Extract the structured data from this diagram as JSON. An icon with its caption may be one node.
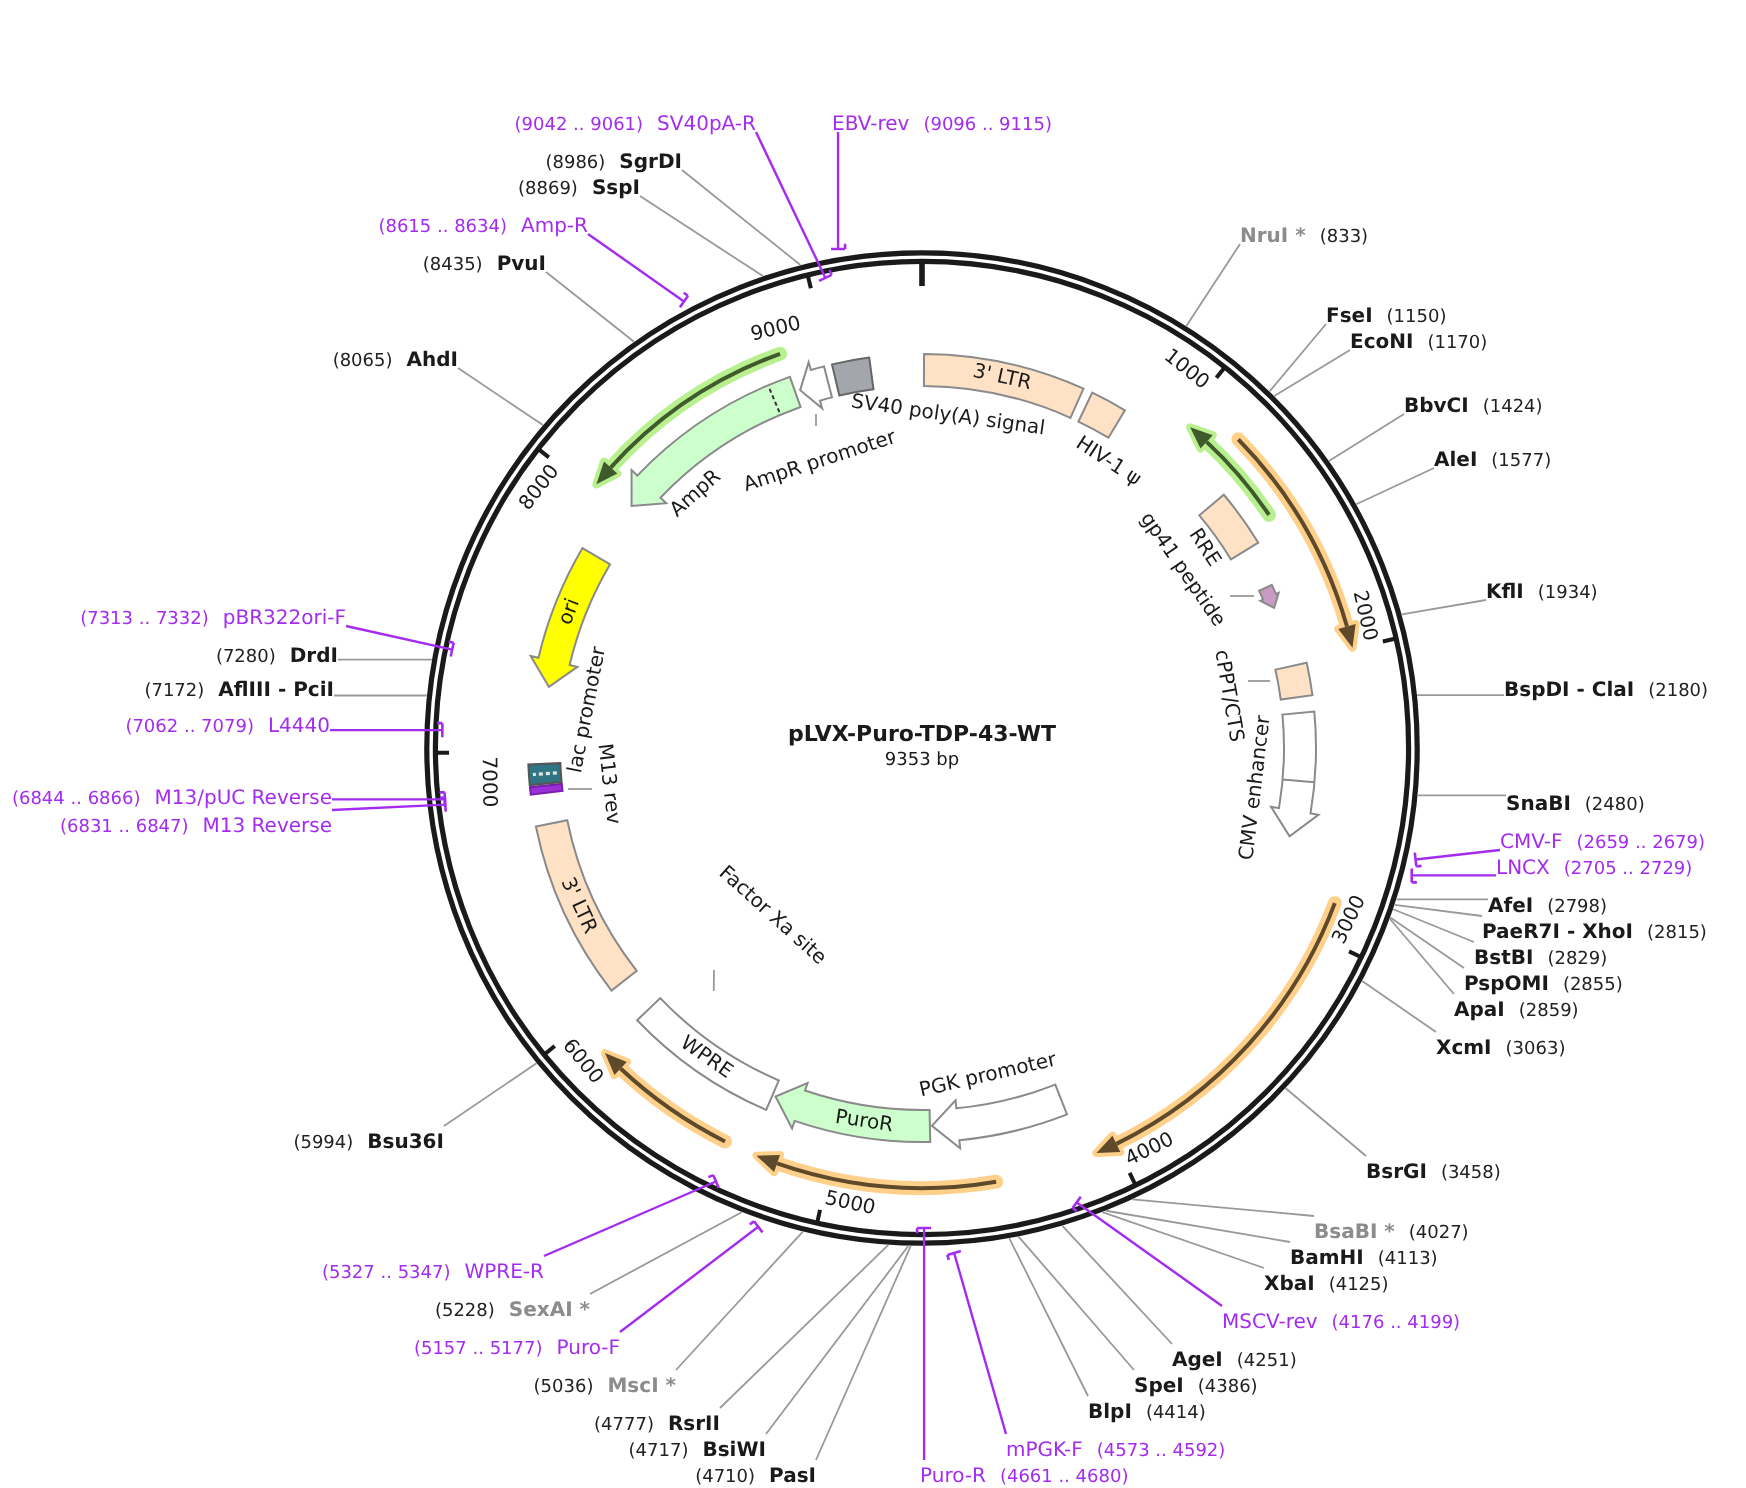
{
  "diagram": {
    "title": "pLVX-Puro-TDP-43-WT",
    "nodes": [
      {
        "text": [
          "NruI *",
          "(833)"
        ]
      },
      {
        "text": [
          "FseI",
          "(1150)"
        ]
      },
      {
        "text": [
          "EcoNI",
          "(1170)"
        ]
      },
      {
        "text": [
          "BbvCI",
          "(1424)"
        ]
      },
      {
        "text": [
          "AleI",
          "(1577)"
        ]
      },
      {
        "text": [
          "KflI",
          "(1934)"
        ]
      },
      {
        "text": [
          "BspDI - ClaI",
          "(2180)"
        ]
      },
      {
        "text": [
          "SnaBI",
          "(2480)"
        ]
      },
      {
        "text": [
          "CMV-F",
          "(2659 .. 2679)"
        ]
      },
      {
        "text": [
          "LNCX",
          "(2705 .. 2729)"
        ]
      },
      {
        "text": [
          "AfeI",
          "(2798)"
        ]
      },
      {
        "text": [
          "PaeR7I - XhoI",
          "(2815)"
        ]
      },
      {
        "text": [
          "BstBI",
          "(2829)"
        ]
      },
      {
        "text": [
          "PspOMI",
          "(2855)"
        ]
      },
      {
        "text": [
          "ApaI",
          "(2859)"
        ]
      },
      {
        "text": [
          "XcmI",
          "(3063)"
        ]
      },
      {
        "text": [
          "BsrGI",
          "(3458)"
        ]
      },
      {
        "text": [
          "BsaBI *",
          "(4027)"
        ]
      },
      {
        "text": [
          "BamHI",
          "(4113)"
        ]
      },
      {
        "text": [
          "XbaI",
          "(4125)"
        ]
      },
      {
        "text": [
          "MSCV-rev",
          "(4176 .. 4199)"
        ]
      },
      {
        "text": [
          "AgeI",
          "(4251)"
        ]
      },
      {
        "text": [
          "SpeI",
          "(4386)"
        ]
      },
      {
        "text": [
          "BlpI",
          "(4414)"
        ]
      },
      {
        "text": [
          "mPGK-F",
          "(4573 .. 4592)"
        ]
      },
      {
        "text": [
          "Puro-R",
          "(4661 .. 4680)"
        ]
      },
      {
        "text": [
          "(4710)",
          "PasI"
        ]
      },
      {
        "text": [
          "(4717)",
          "BsiWI"
        ]
      },
      {
        "text": [
          "(4777)",
          "RsrII"
        ]
      },
      {
        "text": [
          "(5036)",
          "MscI *"
        ]
      },
      {
        "text": [
          "(5157 .. 5177)",
          "Puro-F"
        ]
      },
      {
        "text": [
          "(5228)",
          "SexAI *"
        ]
      },
      {
        "text": [
          "(5327 .. 5347)",
          "WPRE-R"
        ]
      },
      {
        "text": [
          "(5994)",
          "Bsu36I"
        ]
      },
      {
        "text": [
          "(6831 .. 6847)",
          "M13 Reverse"
        ]
      },
      {
        "text": [
          "(6844 .. 6866)",
          "M13/pUC Reverse"
        ]
      },
      {
        "text": [
          "(7062 .. 7079)",
          "L4440"
        ]
      },
      {
        "text": [
          "(7172)",
          "AflIII - PciI"
        ]
      },
      {
        "text": [
          "(7280)",
          "DrdI"
        ]
      },
      {
        "text": [
          "(7313 .. 7332)",
          "pBR322ori-F"
        ]
      },
      {
        "text": [
          "(8065)",
          "AhdI"
        ]
      },
      {
        "text": [
          "(8435)",
          "PvuI"
        ]
      },
      {
        "text": [
          "(8615 .. 8634)",
          "Amp-R"
        ]
      },
      {
        "text": [
          "(8869)",
          "SspI"
        ]
      },
      {
        "text": [
          "(8986)",
          "SgrDI"
        ]
      },
      {
        "text": [
          "(9042 .. 9061)",
          "SV40pA-R"
        ]
      },
      {
        "text": [
          "EBV-rev",
          "(9096 .. 9115)"
        ]
      },
      {
        "text": [
          "3' LTR"
        ]
      },
      {
        "text": [
          "HIV-1 ψ"
        ]
      },
      {
        "text": [
          "RRE"
        ]
      },
      {
        "text": [
          "gp41 peptide"
        ]
      },
      {
        "text": [],
        "shape": "arrow"
      },
      {
        "text": [
          "cPPT/CTS"
        ]
      },
      {
        "text": [],
        "shape": "box"
      },
      {
        "text": [
          "CMV enhancer"
        ]
      },
      {
        "text": [
          "PGK promoter"
        ]
      },
      {
        "text": [
          "PuroR"
        ]
      },
      {
        "text": [
          "WPRE"
        ]
      },
      {
        "text": [
          "Factor Xa site"
        ]
      },
      {
        "text": [
          "3' LTR"
        ]
      },
      {
        "text": [
          "M13 rev"
        ]
      },
      {
        "text": [],
        "shape": "box"
      },
      {
        "text": [
          "lac promoter"
        ]
      },
      {
        "text": [
          "ori"
        ]
      },
      {
        "text": [
          "AmpR"
        ]
      },
      {
        "text": [
          "AmpR promoter"
        ]
      },
      {
        "text": [],
        "shape": "arrow"
      },
      {
        "text": [
          "SV40 poly(A) signal"
        ]
      }
    ],
    "edges": [
      {
        "from": 0,
        "to": null,
        "arrow": "none"
      },
      {
        "from": 1,
        "to": null,
        "arrow": "none"
      },
      {
        "from": 2,
        "to": null,
        "arrow": "none"
      },
      {
        "from": 3,
        "to": null,
        "arrow": "none"
      },
      {
        "from": 4,
        "to": null,
        "arrow": "none"
      },
      {
        "from": 5,
        "to": null,
        "arrow": "none"
      },
      {
        "from": 6,
        "to": null,
        "arrow": "none"
      },
      {
        "from": 7,
        "to": null,
        "arrow": "none"
      },
      {
        "from": 8,
        "to": null,
        "arrow": "other",
        "color": "#a32cf0"
      },
      {
        "from": 9,
        "to": null,
        "arrow": "other",
        "color": "#a32cf0"
      },
      {
        "from": 10,
        "to": null,
        "arrow": "none"
      },
      {
        "from": 11,
        "to": null,
        "arrow": "none"
      },
      {
        "from": 12,
        "to": null,
        "arrow": "none"
      },
      {
        "from": 13,
        "to": null,
        "arrow": "none"
      },
      {
        "from": 14,
        "to": null,
        "arrow": "none"
      },
      {
        "from": 15,
        "to": null,
        "arrow": "none"
      },
      {
        "from": 16,
        "to": null,
        "arrow": "none"
      },
      {
        "from": 17,
        "to": null,
        "arrow": "none"
      },
      {
        "from": 18,
        "to": null,
        "arrow": "none"
      },
      {
        "from": 19,
        "to": null,
        "arrow": "none"
      },
      {
        "from": 20,
        "to": null,
        "arrow": "other",
        "color": "#a32cf0"
      },
      {
        "from": 21,
        "to": null,
        "arrow": "none"
      },
      {
        "from": 22,
        "to": null,
        "arrow": "none"
      },
      {
        "from": 23,
        "to": null,
        "arrow": "none"
      },
      {
        "from": 24,
        "to": null,
        "arrow": "other",
        "color": "#a32cf0"
      },
      {
        "from": 25,
        "to": null,
        "arrow": "other",
        "color": "#a32cf0"
      },
      {
        "from": 26,
        "to": null,
        "arrow": "none"
      },
      {
        "from": 27,
        "to": null,
        "arrow": "none"
      },
      {
        "from": 28,
        "to": null,
        "arrow": "none"
      },
      {
        "from": 29,
        "to": null,
        "arrow": "none"
      },
      {
        "from": 30,
        "to": null,
        "arrow": "other",
        "color": "#a32cf0"
      },
      {
        "from": 31,
        "to": null,
        "arrow": "none"
      },
      {
        "from": 32,
        "to": null,
        "arrow": "other",
        "color": "#a32cf0"
      },
      {
        "from": 33,
        "to": null,
        "arrow": "none"
      },
      {
        "from": 34,
        "to": null,
        "arrow": "other",
        "color": "#a32cf0"
      },
      {
        "from": 35,
        "to": null,
        "arrow": "other",
        "color": "#a32cf0"
      },
      {
        "from": 36,
        "to": null,
        "arrow": "other",
        "color": "#a32cf0"
      },
      {
        "from": 37,
        "to": null,
        "arrow": "none"
      },
      {
        "from": 38,
        "to": null,
        "arrow": "none"
      },
      {
        "from": 39,
        "to": null,
        "arrow": "other",
        "color": "#a32cf0"
      },
      {
        "from": 40,
        "to": null,
        "arrow": "none"
      },
      {
        "from": 41,
        "to": null,
        "arrow": "none"
      },
      {
        "from": 42,
        "to": null,
        "arrow": "other",
        "color": "#a32cf0"
      },
      {
        "from": 43,
        "to": null,
        "arrow": "none"
      },
      {
        "from": 44,
        "to": null,
        "arrow": "none"
      },
      {
        "from": 45,
        "to": null,
        "arrow": "other",
        "color": "#a32cf0"
      },
      {
        "from": 46,
        "to": null,
        "arrow": "other",
        "color": "#a32cf0"
      },
      {
        "from": 50,
        "to": 51,
        "arrow": "none"
      },
      {
        "from": 52,
        "to": 53,
        "arrow": "none"
      },
      {
        "from": 58,
        "to": null,
        "arrow": "none"
      },
      {
        "from": 60,
        "to": 61,
        "arrow": "none"
      },
      {
        "from": 65,
        "to": 66,
        "arrow": "none"
      }
    ],
    "labels": [
      "9353 bp",
      "1000",
      "2000",
      "3000",
      "4000",
      "5000",
      "6000",
      "7000",
      "8000",
      "9000"
    ]
  }
}
